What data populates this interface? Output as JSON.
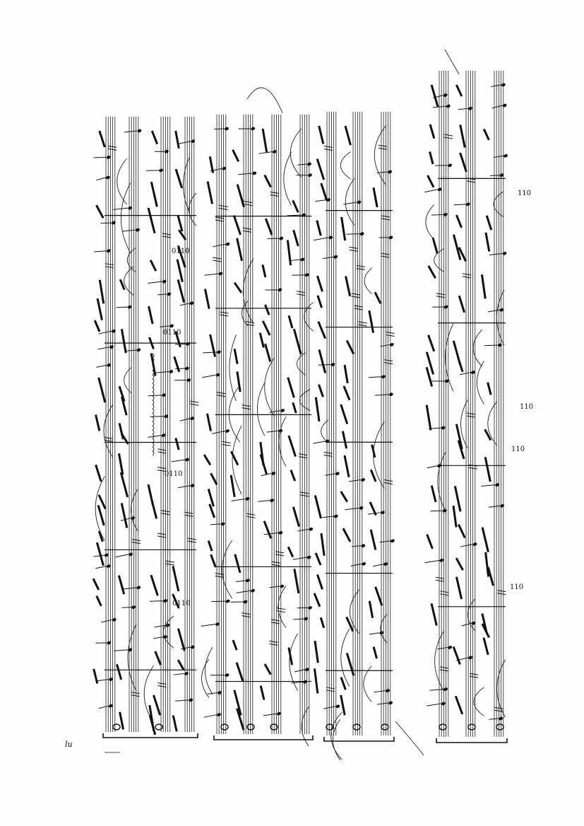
{
  "page": {
    "background": "#ffffff",
    "ink_color": "#111111",
    "content": "handwritten music manuscript, vertical staff systems"
  },
  "annotations": {
    "m1": "0110",
    "m2": "0110",
    "m3": "0110",
    "m4": "110",
    "m5": "110",
    "m6": "110",
    "m7": "110",
    "m8": "0110",
    "corner_mark": "lu"
  }
}
